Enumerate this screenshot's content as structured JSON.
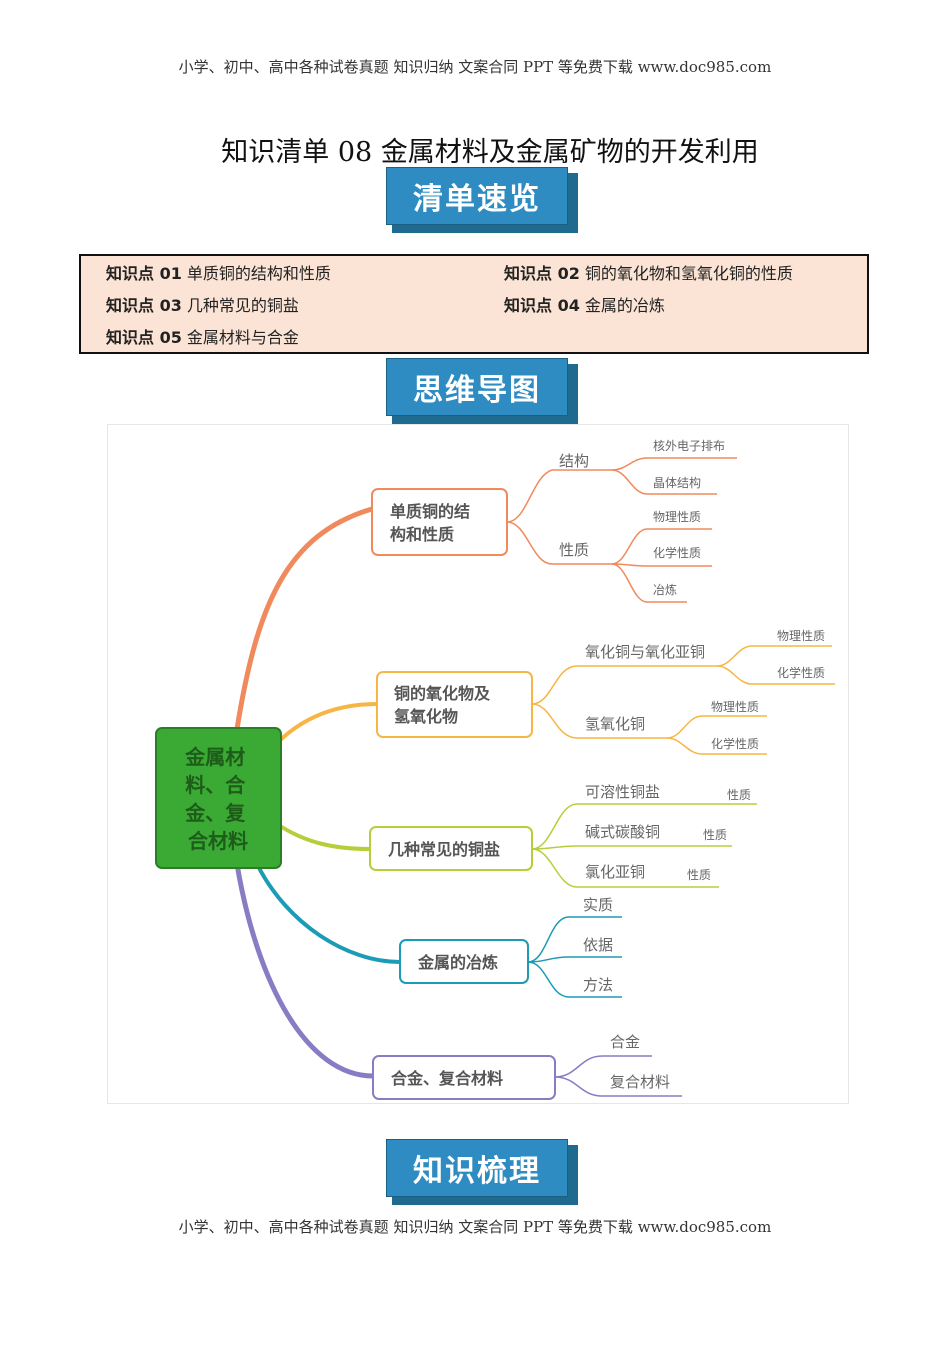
{
  "header": {
    "text": "小学、初中、高中各种试卷真题 知识归纳 文案合同 PPT 等免费下载   www.doc985.com"
  },
  "footer": {
    "text": "小学、初中、高中各种试卷真题 知识归纳 文案合同 PPT 等免费下载   www.doc985.com"
  },
  "title": "知识清单 08  金属材料及金属矿物的开发利用",
  "banners": {
    "overview": "清单速览",
    "mindmap": "思维导图",
    "review": "知识梳理"
  },
  "toc": [
    {
      "prefix": "知识点 01",
      "text": " 单质铜的结构和性质"
    },
    {
      "prefix": "知识点 02",
      "text": " 铜的氧化物和氢氧化铜的性质"
    },
    {
      "prefix": "知识点 03",
      "text": " 几种常见的铜盐"
    },
    {
      "prefix": "知识点 04",
      "text": " 金属的冶炼"
    },
    {
      "prefix": "知识点 05",
      "text": " 金属材料与合金"
    }
  ],
  "mindmap": {
    "root": [
      "金属材",
      "料、合",
      "金、复",
      "合材料"
    ],
    "colors": {
      "root_fill": "#3aaa35",
      "b1": "#f08a5d",
      "b2": "#f7b545",
      "b3": "#b5cf3b",
      "b4": "#1b9bb5",
      "b5": "#8a7cc4"
    },
    "b1": {
      "label": [
        "单质铜的结",
        "构和性质"
      ],
      "subs": [
        "结构",
        "性质"
      ],
      "leaves_1": [
        "核外电子排布",
        "晶体结构"
      ],
      "leaves_2": [
        "物理性质",
        "化学性质",
        "冶炼"
      ]
    },
    "b2": {
      "label": [
        "铜的氧化物及",
        "氢氧化物"
      ],
      "subs": [
        "氧化铜与氧化亚铜",
        "氢氧化铜"
      ],
      "leaves_1": [
        "物理性质",
        "化学性质"
      ],
      "leaves_2": [
        "物理性质",
        "化学性质"
      ]
    },
    "b3": {
      "label": "几种常见的铜盐",
      "subs": [
        "可溶性铜盐",
        "碱式碳酸铜",
        "氯化亚铜"
      ],
      "leaves": [
        "性质",
        "性质",
        "性质"
      ]
    },
    "b4": {
      "label": "金属的冶炼",
      "subs": [
        "实质",
        "依据",
        "方法"
      ]
    },
    "b5": {
      "label": "合金、复合材料",
      "subs": [
        "合金",
        "复合材料"
      ]
    }
  }
}
